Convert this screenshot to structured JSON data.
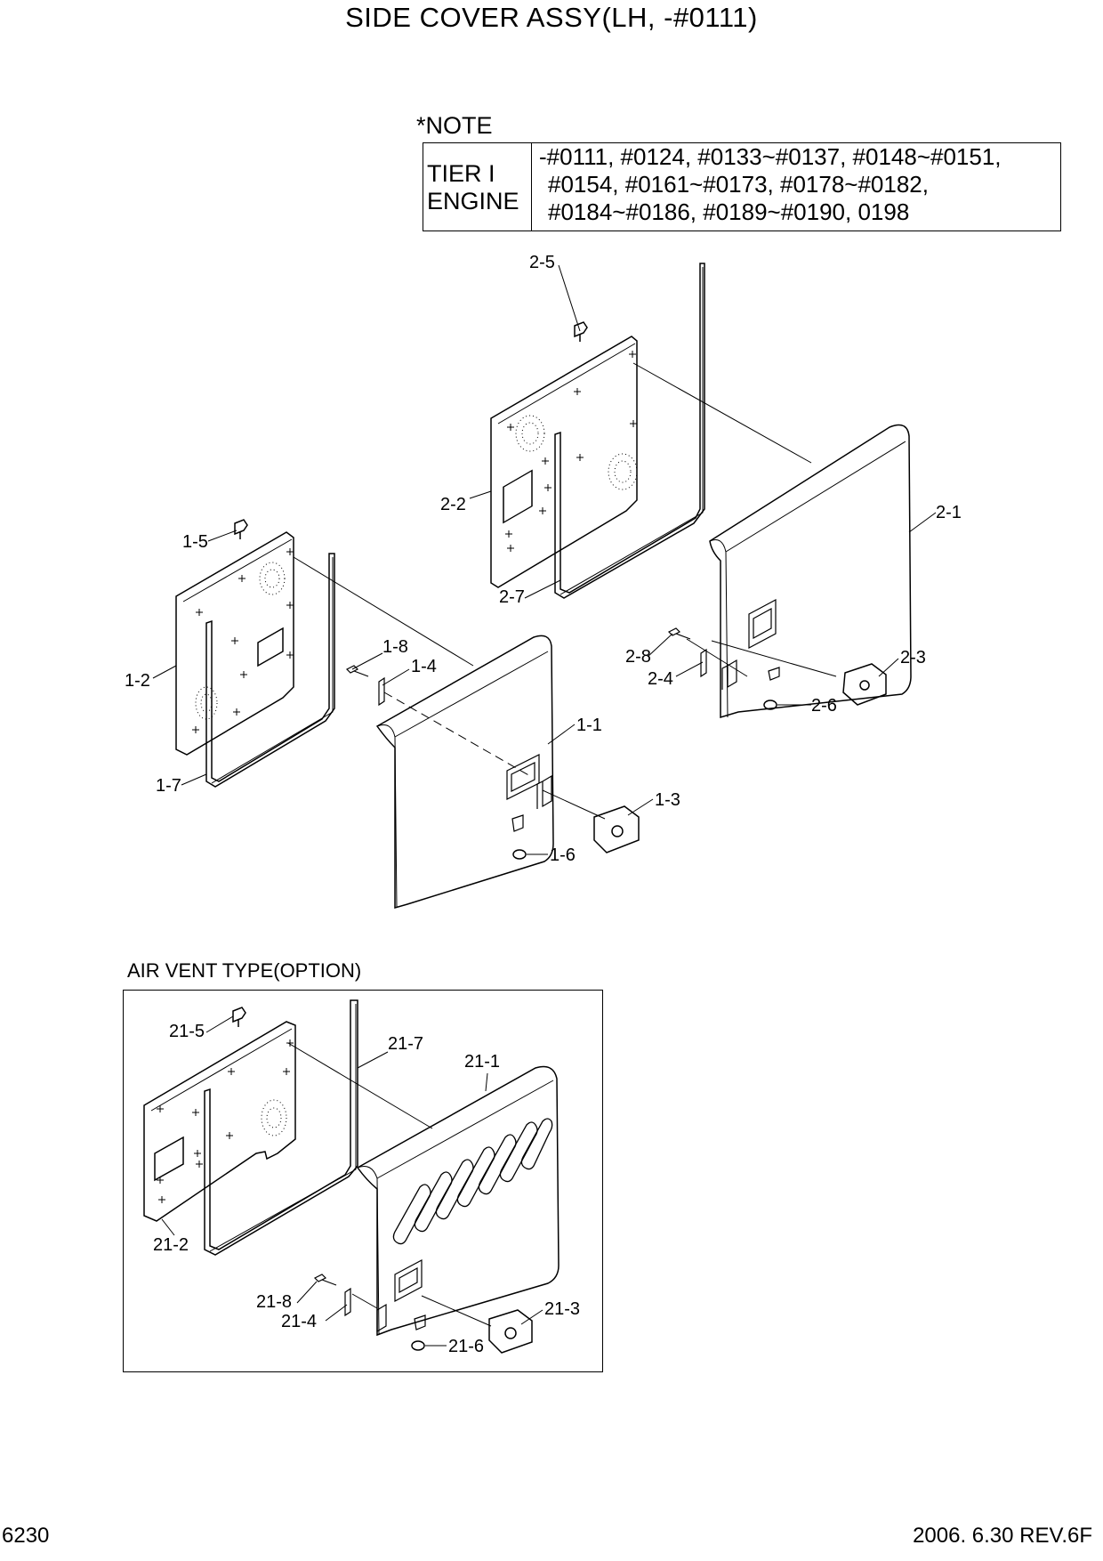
{
  "title": "SIDE COVER ASSY(LH, -#0111)",
  "note": {
    "label": "*NOTE",
    "tier_line1": "TIER I",
    "tier_line2": "ENGINE",
    "serials": [
      "-#0111, #0124, #0133~#0137, #0148~#0151,",
      "#0154, #0161~#0173, #0178~#0182,",
      "#0184~#0186, #0189~#0190, 0198"
    ]
  },
  "callouts": {
    "c2_5": "2-5",
    "c2_2": "2-2",
    "c2_7": "2-7",
    "c2_1": "2-1",
    "c2_8": "2-8",
    "c2_4": "2-4",
    "c2_3": "2-3",
    "c2_6": "2-6",
    "c1_5": "1-5",
    "c1_2": "1-2",
    "c1_7": "1-7",
    "c1_8": "1-8",
    "c1_4": "1-4",
    "c1_1": "1-1",
    "c1_3": "1-3",
    "c1_6": "1-6",
    "c21_5": "21-5",
    "c21_7": "21-7",
    "c21_1": "21-1",
    "c21_2": "21-2",
    "c21_8": "21-8",
    "c21_4": "21-4",
    "c21_3": "21-3",
    "c21_6": "21-6"
  },
  "inset_label": "AIR VENT TYPE(OPTION)",
  "footer": {
    "page": "6230",
    "date_rev": "2006. 6.30  REV.6F"
  },
  "colors": {
    "line": "#000000",
    "background": "#ffffff"
  }
}
